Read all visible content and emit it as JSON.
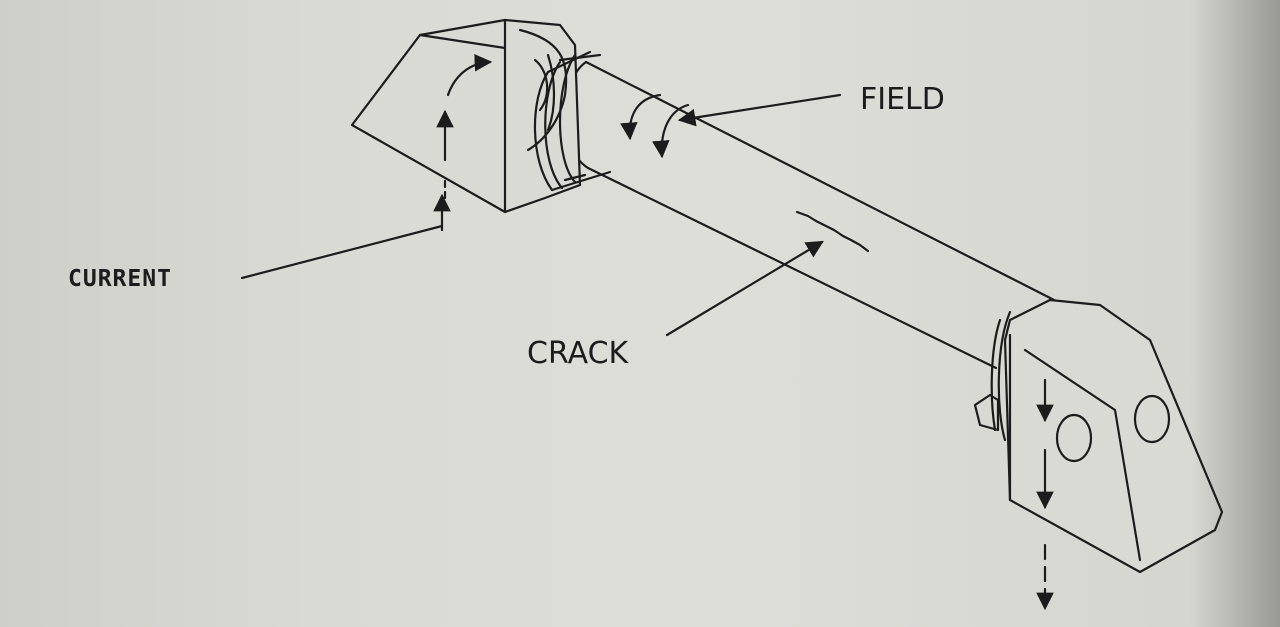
{
  "labels": {
    "current": "CURRENT",
    "crack": "CRACK",
    "field": "FIELD"
  },
  "colors": {
    "paper": "#dadad5",
    "ink": "#1c1c1c"
  }
}
